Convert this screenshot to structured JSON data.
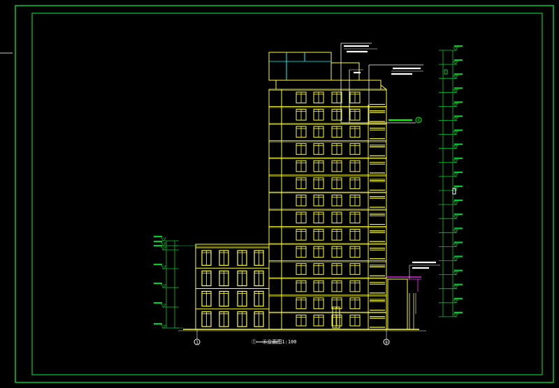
{
  "drawing": {
    "background": "#000000",
    "frame_color": "#00cc33",
    "building_color": "#ffff33",
    "accent_color": "#00ffff",
    "leader_color": "#ffffff",
    "canopy_color": "#ff33ff",
    "axis_left": "1",
    "axis_mid": "8",
    "axis_callout": "6",
    "title_label": "①——⑧立面图1:100",
    "tower_floors": 14,
    "podium_floors": 4
  }
}
